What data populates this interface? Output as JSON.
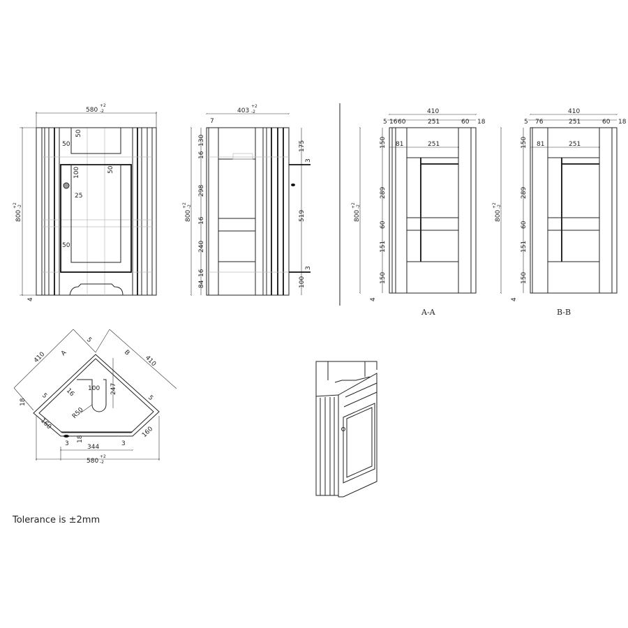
{
  "front_view": {
    "width": {
      "value": "580",
      "tol_plus": "+2",
      "tol_minus": "-2"
    },
    "height": {
      "value": "800",
      "tol_plus": "+2",
      "tol_minus": "-2"
    },
    "dims": [
      "50",
      "50",
      "100",
      "50",
      "25",
      "50",
      "4"
    ]
  },
  "side_view": {
    "width": {
      "value": "403",
      "tol_plus": "+2",
      "tol_minus": "-2"
    },
    "height": {
      "value": "800",
      "tol_plus": "+2",
      "tol_minus": "-2"
    },
    "top_offset": "7",
    "left_dims": [
      "130",
      "16",
      "298",
      "16",
      "240",
      "16",
      "84"
    ],
    "right_dims": [
      "175",
      "3",
      "519",
      "3",
      "100"
    ]
  },
  "section_a": {
    "label": "A-A",
    "total_width": "410",
    "top_dims": [
      "5",
      "16",
      "60",
      "251",
      "60",
      "18"
    ],
    "second_dims": [
      "81",
      "251"
    ],
    "height": {
      "value": "800",
      "tol_plus": "+2",
      "tol_minus": "-2"
    },
    "left_dims": [
      "150",
      "289",
      "60",
      "151",
      "150"
    ],
    "bottom": "4"
  },
  "section_b": {
    "label": "B-B",
    "total_width": "410",
    "top_dims": [
      "5",
      "76",
      "251",
      "60",
      "18"
    ],
    "second_dims": [
      "81",
      "251"
    ],
    "height": {
      "value": "800",
      "tol_plus": "+2",
      "tol_minus": "-2"
    },
    "left_dims": [
      "150",
      "289",
      "60",
      "151",
      "150"
    ],
    "bottom": "4"
  },
  "plan_view": {
    "side_left": "410",
    "side_right": "410",
    "section_marks": [
      "A",
      "B"
    ],
    "dims": [
      "5",
      "5",
      "18",
      "16",
      "5",
      "100",
      "247",
      "R50",
      "160",
      "160",
      "18",
      "3",
      "3",
      "344"
    ],
    "width": {
      "value": "580",
      "tol_plus": "+2",
      "tol_minus": "-2"
    }
  },
  "note": "Tolerance is ±2mm"
}
